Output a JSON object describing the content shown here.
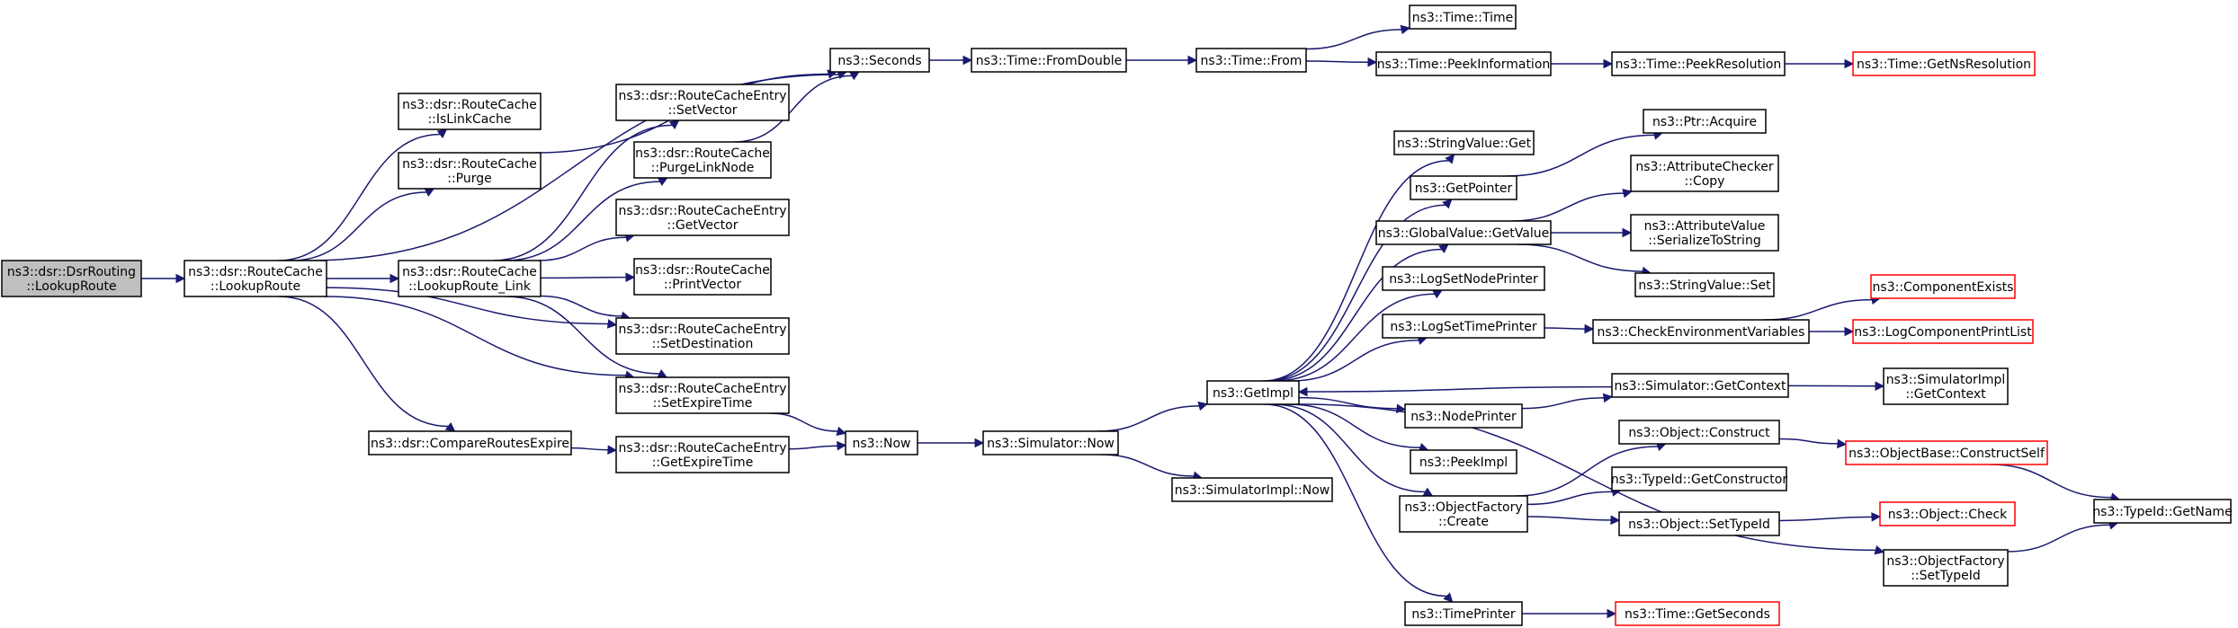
{
  "colors": {
    "edge": "#191970",
    "node_border": "#000000",
    "node_border_external": "#ff0000",
    "root_fill": "#bfbfbf",
    "node_fill": "#ffffff"
  },
  "nodes": {
    "n0": {
      "lines": [
        "ns3::dsr::DsrRouting",
        "::LookupRoute"
      ],
      "style": "root"
    },
    "n1": {
      "lines": [
        "ns3::dsr::RouteCache",
        "::LookupRoute"
      ]
    },
    "n2": {
      "lines": [
        "ns3::dsr::RouteCache",
        "::IsLinkCache"
      ]
    },
    "n3": {
      "lines": [
        "ns3::dsr::RouteCache",
        "::Purge"
      ]
    },
    "n4": {
      "lines": [
        "ns3::dsr::RouteCache",
        "::LookupRoute_Link"
      ]
    },
    "n5": {
      "lines": [
        "ns3::dsr::CompareRoutesExpire"
      ]
    },
    "n6": {
      "lines": [
        "ns3::Seconds"
      ]
    },
    "n7": {
      "lines": [
        "ns3::dsr::RouteCacheEntry",
        "::SetVector"
      ]
    },
    "n8": {
      "lines": [
        "ns3::dsr::RouteCache",
        "::PurgeLinkNode"
      ]
    },
    "n9": {
      "lines": [
        "ns3::dsr::RouteCacheEntry",
        "::GetVector"
      ]
    },
    "n10": {
      "lines": [
        "ns3::dsr::RouteCache",
        "::PrintVector"
      ]
    },
    "n11": {
      "lines": [
        "ns3::dsr::RouteCacheEntry",
        "::SetDestination"
      ]
    },
    "n12": {
      "lines": [
        "ns3::dsr::RouteCacheEntry",
        "::SetExpireTime"
      ]
    },
    "n13": {
      "lines": [
        "ns3::dsr::RouteCacheEntry",
        "::GetExpireTime"
      ]
    },
    "n14": {
      "lines": [
        "ns3::Time::FromDouble"
      ]
    },
    "n15": {
      "lines": [
        "ns3::Now"
      ]
    },
    "n16": {
      "lines": [
        "ns3::Time::From"
      ]
    },
    "n17": {
      "lines": [
        "ns3::Simulator::Now"
      ]
    },
    "n18": {
      "lines": [
        "ns3::GetImpl"
      ]
    },
    "n19": {
      "lines": [
        "ns3::SimulatorImpl::Now"
      ]
    },
    "n20": {
      "lines": [
        "ns3::Time::Time"
      ]
    },
    "n21": {
      "lines": [
        "ns3::Time::PeekInformation"
      ]
    },
    "n22": {
      "lines": [
        "ns3::StringValue::Get"
      ]
    },
    "n23": {
      "lines": [
        "ns3::GetPointer"
      ]
    },
    "n24": {
      "lines": [
        "ns3::GlobalValue::GetValue"
      ]
    },
    "n25": {
      "lines": [
        "ns3::LogSetNodePrinter"
      ]
    },
    "n26": {
      "lines": [
        "ns3::LogSetTimePrinter"
      ]
    },
    "n27": {
      "lines": [
        "ns3::NodePrinter"
      ]
    },
    "n28": {
      "lines": [
        "ns3::PeekImpl"
      ]
    },
    "n29": {
      "lines": [
        "ns3::ObjectFactory",
        "::Create"
      ]
    },
    "n30": {
      "lines": [
        "ns3::TimePrinter"
      ]
    },
    "n31": {
      "lines": [
        "ns3::Time::PeekResolution"
      ]
    },
    "n32": {
      "lines": [
        "ns3::Ptr::Acquire"
      ]
    },
    "n33": {
      "lines": [
        "ns3::AttributeChecker",
        "::Copy"
      ]
    },
    "n34": {
      "lines": [
        "ns3::AttributeValue",
        "::SerializeToString"
      ]
    },
    "n35": {
      "lines": [
        "ns3::StringValue::Set"
      ]
    },
    "n36": {
      "lines": [
        "ns3::CheckEnvironmentVariables"
      ]
    },
    "n37": {
      "lines": [
        "ns3::Simulator::GetContext"
      ]
    },
    "n38": {
      "lines": [
        "ns3::Object::Construct"
      ]
    },
    "n39": {
      "lines": [
        "ns3::TypeId::GetConstructor"
      ]
    },
    "n40": {
      "lines": [
        "ns3::Object::SetTypeId"
      ]
    },
    "n41": {
      "lines": [
        "ns3::ObjectFactory",
        "::SetTypeId"
      ]
    },
    "n42": {
      "lines": [
        "ns3::Time::GetSeconds"
      ],
      "style": "ext"
    },
    "n43": {
      "lines": [
        "ns3::Time::GetNsResolution"
      ],
      "style": "ext"
    },
    "n44": {
      "lines": [
        "ns3::ComponentExists"
      ],
      "style": "ext"
    },
    "n45": {
      "lines": [
        "ns3::LogComponentPrintList"
      ],
      "style": "ext"
    },
    "n46": {
      "lines": [
        "ns3::SimulatorImpl",
        "::GetContext"
      ]
    },
    "n47": {
      "lines": [
        "ns3::ObjectBase::ConstructSelf"
      ],
      "style": "ext"
    },
    "n48": {
      "lines": [
        "ns3::Object::Check"
      ],
      "style": "ext"
    },
    "n49": {
      "lines": [
        "ns3::TypeId::GetName"
      ]
    }
  },
  "edges": [
    [
      "n0",
      "n1"
    ],
    [
      "n1",
      "n2"
    ],
    [
      "n1",
      "n3"
    ],
    [
      "n1",
      "n6"
    ],
    [
      "n1",
      "n4"
    ],
    [
      "n1",
      "n11"
    ],
    [
      "n1",
      "n12"
    ],
    [
      "n1",
      "n5"
    ],
    [
      "n3",
      "n6"
    ],
    [
      "n4",
      "n7"
    ],
    [
      "n4",
      "n8"
    ],
    [
      "n4",
      "n9"
    ],
    [
      "n4",
      "n10"
    ],
    [
      "n4",
      "n11"
    ],
    [
      "n4",
      "n12"
    ],
    [
      "n8",
      "n6"
    ],
    [
      "n5",
      "n13"
    ],
    [
      "n6",
      "n14"
    ],
    [
      "n14",
      "n16"
    ],
    [
      "n16",
      "n20"
    ],
    [
      "n16",
      "n21"
    ],
    [
      "n21",
      "n31"
    ],
    [
      "n31",
      "n43"
    ],
    [
      "n12",
      "n15"
    ],
    [
      "n13",
      "n15"
    ],
    [
      "n15",
      "n17"
    ],
    [
      "n17",
      "n18"
    ],
    [
      "n17",
      "n19"
    ],
    [
      "n18",
      "n22"
    ],
    [
      "n18",
      "n23"
    ],
    [
      "n18",
      "n24"
    ],
    [
      "n18",
      "n25"
    ],
    [
      "n18",
      "n26"
    ],
    [
      "n18",
      "n27"
    ],
    [
      "n18",
      "n28"
    ],
    [
      "n18",
      "n29"
    ],
    [
      "n18",
      "n30"
    ],
    [
      "n18",
      "n41"
    ],
    [
      "n23",
      "n32"
    ],
    [
      "n24",
      "n33"
    ],
    [
      "n24",
      "n34"
    ],
    [
      "n24",
      "n35"
    ],
    [
      "n26",
      "n36"
    ],
    [
      "n36",
      "n44"
    ],
    [
      "n36",
      "n45"
    ],
    [
      "n27",
      "n37"
    ],
    [
      "n37",
      "n18"
    ],
    [
      "n37",
      "n46"
    ],
    [
      "n29",
      "n38"
    ],
    [
      "n29",
      "n39"
    ],
    [
      "n29",
      "n40"
    ],
    [
      "n38",
      "n47"
    ],
    [
      "n47",
      "n49"
    ],
    [
      "n40",
      "n48"
    ],
    [
      "n41",
      "n49"
    ],
    [
      "n30",
      "n42"
    ]
  ]
}
